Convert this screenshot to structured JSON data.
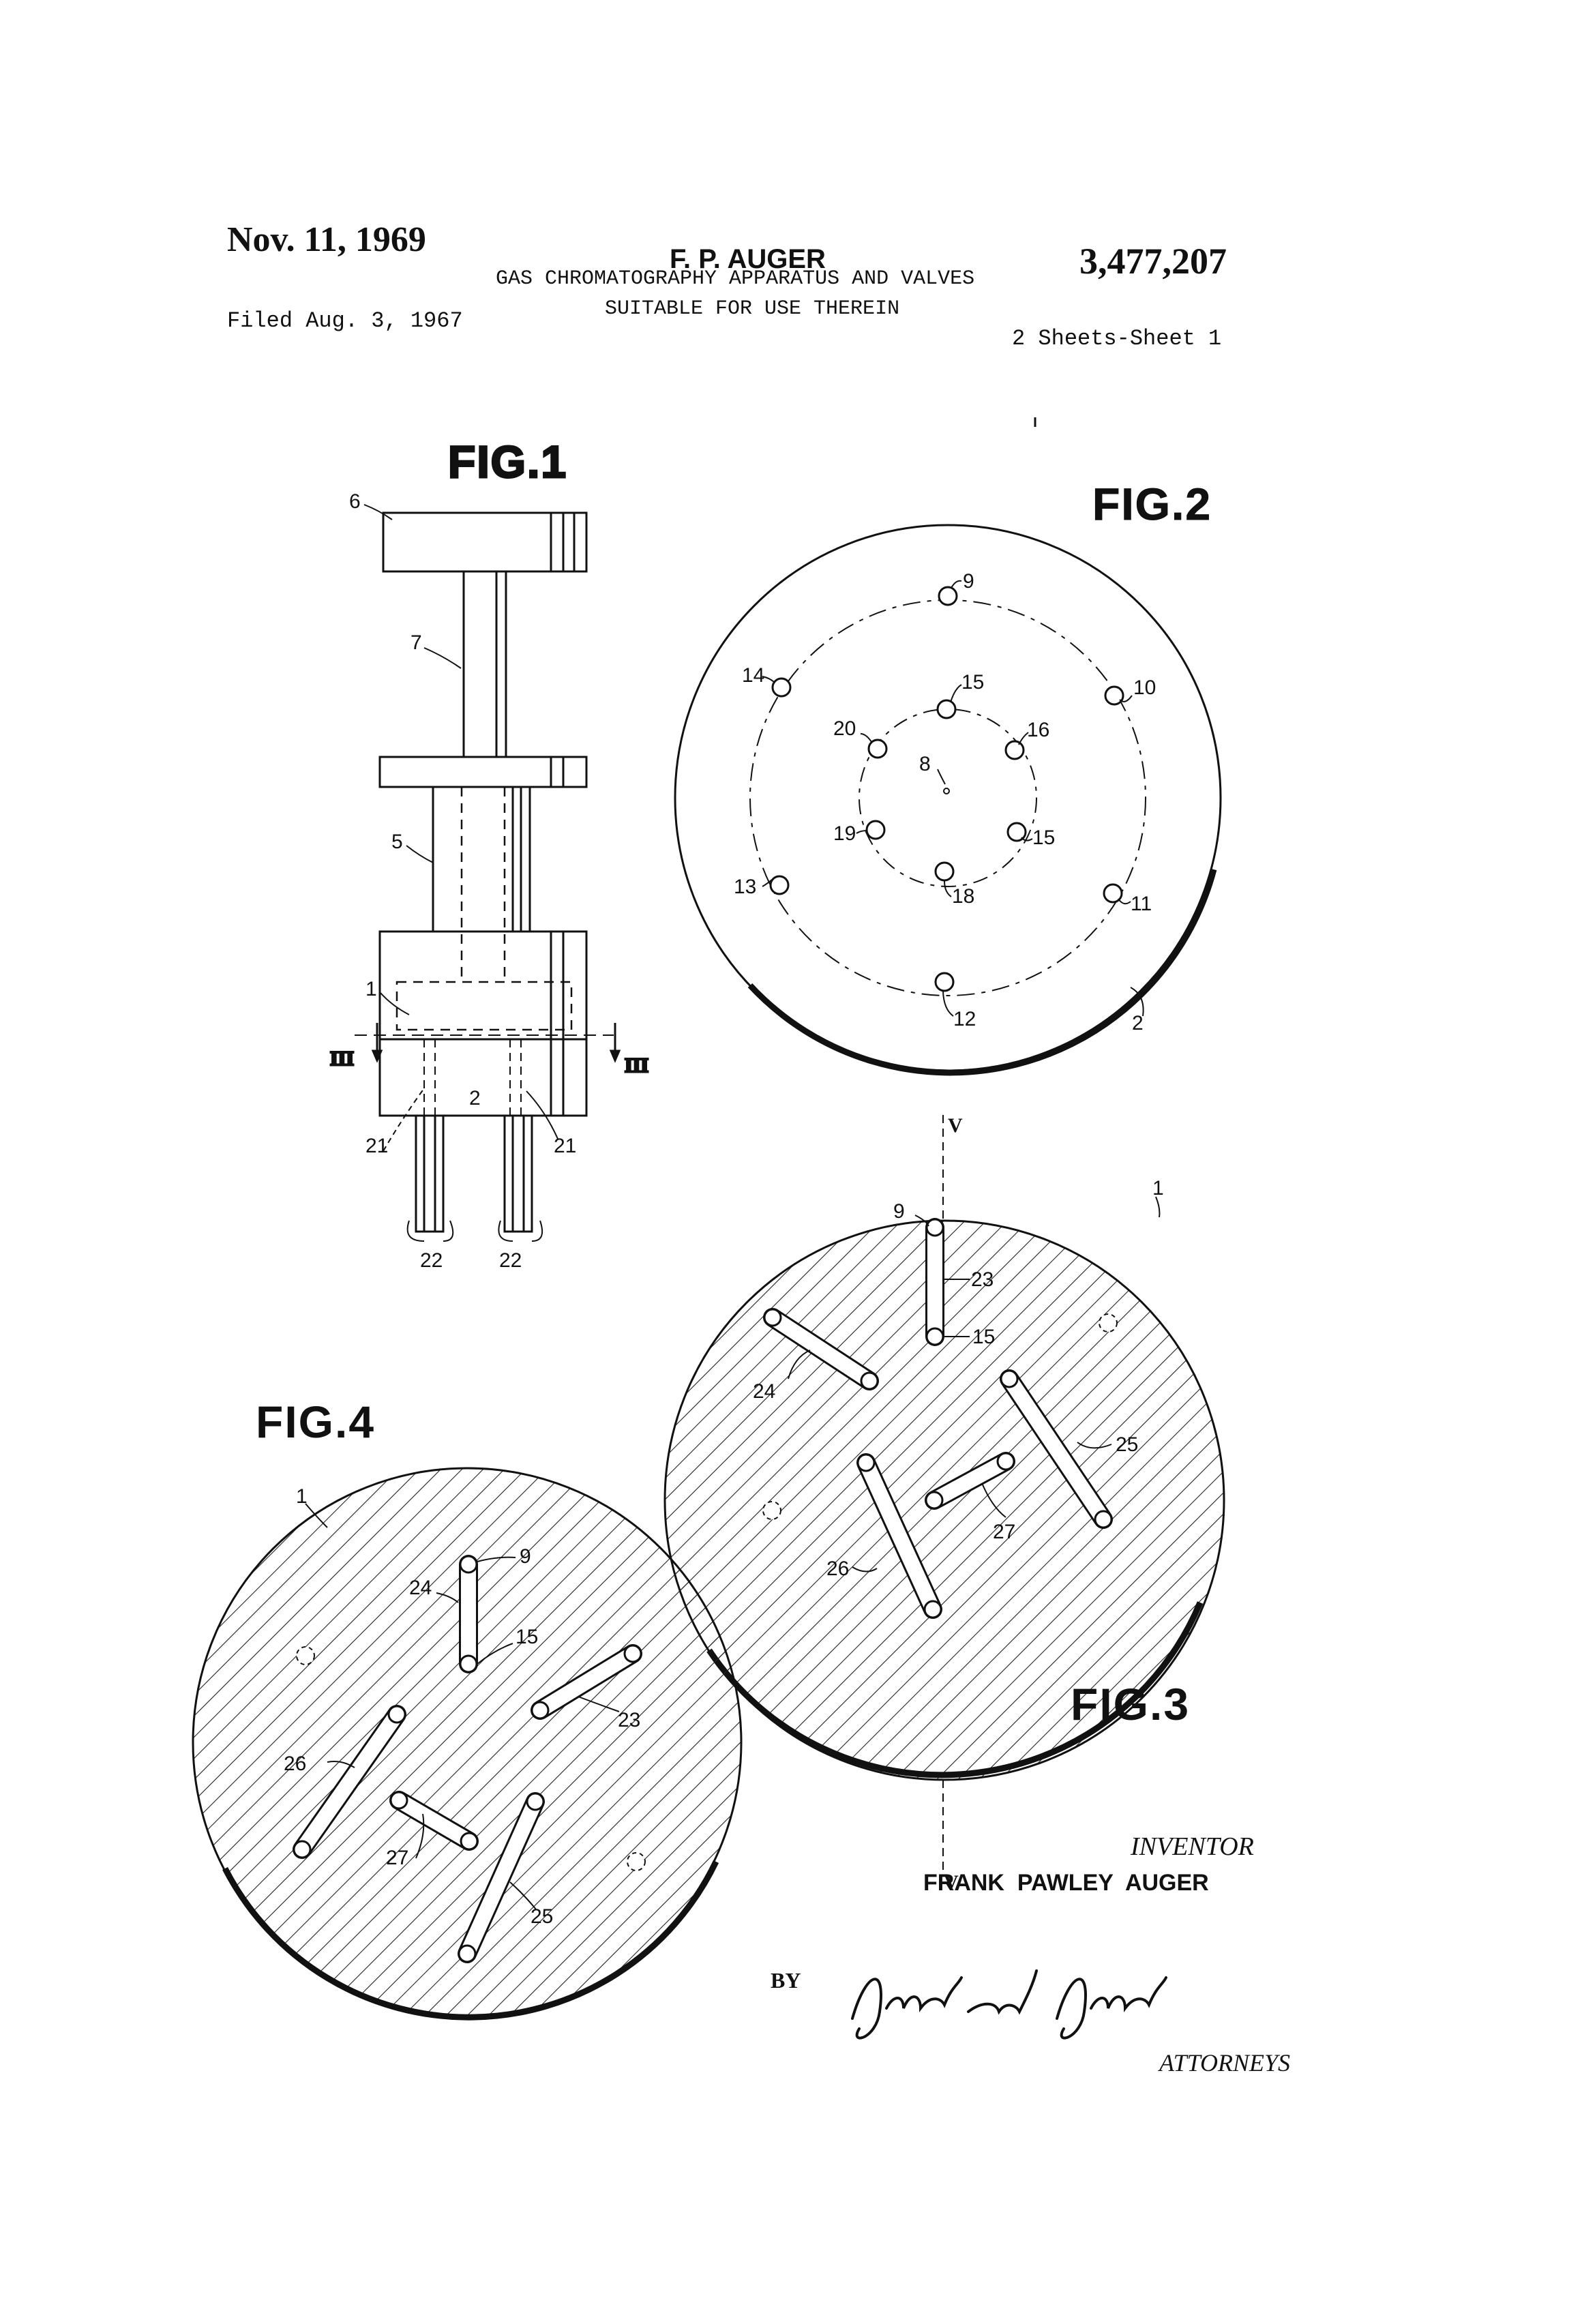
{
  "header": {
    "date": "Nov. 11, 1969",
    "inventor_short": "F. P. AUGER",
    "patent_number": "3,477,207",
    "title_line1": "GAS CHROMATOGRAPHY APPARATUS AND VALVES",
    "title_line2": "SUITABLE FOR USE THEREIN",
    "filed": "Filed Aug. 3, 1967",
    "sheets": "2 Sheets-Sheet 1"
  },
  "figures": {
    "fig1": {
      "title": "FIG.1",
      "labels": {
        "n6": "6",
        "n7": "7",
        "n5": "5",
        "n1": "1",
        "n2": "2",
        "n21a": "21",
        "n21b": "21",
        "n22a": "22",
        "n22b": "22",
        "sec_left": "III",
        "sec_right": "III"
      }
    },
    "fig2": {
      "title": "FIG.2",
      "labels": {
        "n9": "9",
        "n10": "10",
        "n11": "11",
        "n12": "12",
        "n13": "13",
        "n14": "14",
        "n15a": "15",
        "n16": "16",
        "n15b": "15",
        "n18": "18",
        "n19": "19",
        "n20": "20",
        "n8": "8",
        "n2": "2"
      }
    },
    "fig3": {
      "title": "FIG.3",
      "labels": {
        "n1": "1",
        "n9": "9",
        "n23": "23",
        "n15": "15",
        "n24": "24",
        "n25": "25",
        "n26": "26",
        "n27": "27",
        "sec_top": "V",
        "sec_bottom": "V"
      }
    },
    "fig4": {
      "title": "FIG.4",
      "labels": {
        "n1": "1",
        "n9": "9",
        "n24": "24",
        "n15": "15",
        "n23": "23",
        "n26": "26",
        "n27": "27",
        "n25": "25"
      }
    }
  },
  "footer": {
    "inventor_caption": "INVENTOR",
    "inventor_name": "FRANK  PAWLEY  AUGER",
    "by": "BY",
    "signature": "Jacobs and Jacobs",
    "attorneys": "ATTORNEYS"
  }
}
